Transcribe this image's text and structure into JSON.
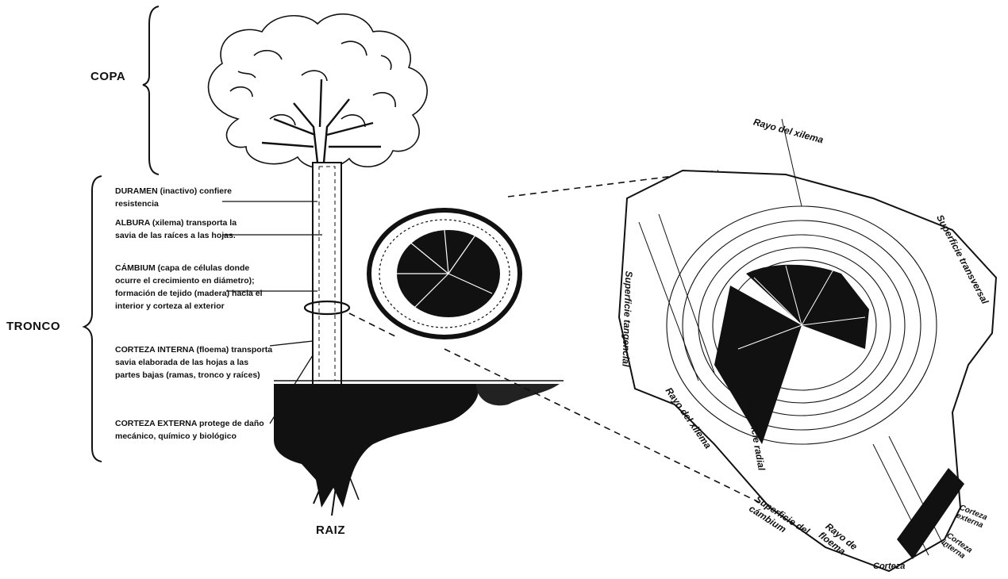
{
  "sections": {
    "copa": "COPA",
    "tronco": "TRONCO",
    "raiz": "RAIZ"
  },
  "annotations": {
    "duramen": "DURAMEN (inactivo) confiere resistencia",
    "albura": "ALBURA (xilema) transporta la savia de las raíces a las hojas.",
    "cambium": "CÁMBIUM (capa de células donde ocurre el crecimiento en diámetro); formación de tejido (madera) hacia el interior y corteza al exterior",
    "corteza_interna": "CORTEZA INTERNA (floema) transporta savia elaborada de las hojas a las partes bajas (ramas, tronco y raíces)",
    "corteza_externa": "CORTEZA EXTERNA protege de daño mecánico, químico y biológico"
  },
  "block_labels": {
    "rayo_xilema_top": "Rayo del xilema",
    "superficie_transversal": "Superficie transversal",
    "superficie_tangencial": "Superficie tangencial",
    "rayo_xilema": "Rayo del xilema",
    "superficie_radial": "Superficie radial",
    "superficie_cambium": "Superficie del cámbium",
    "rayo_floema": "Rayo de floema",
    "corteza_externa": "Corteza externa",
    "corteza_interna": "Corteza interna",
    "corteza": "Corteza"
  }
}
